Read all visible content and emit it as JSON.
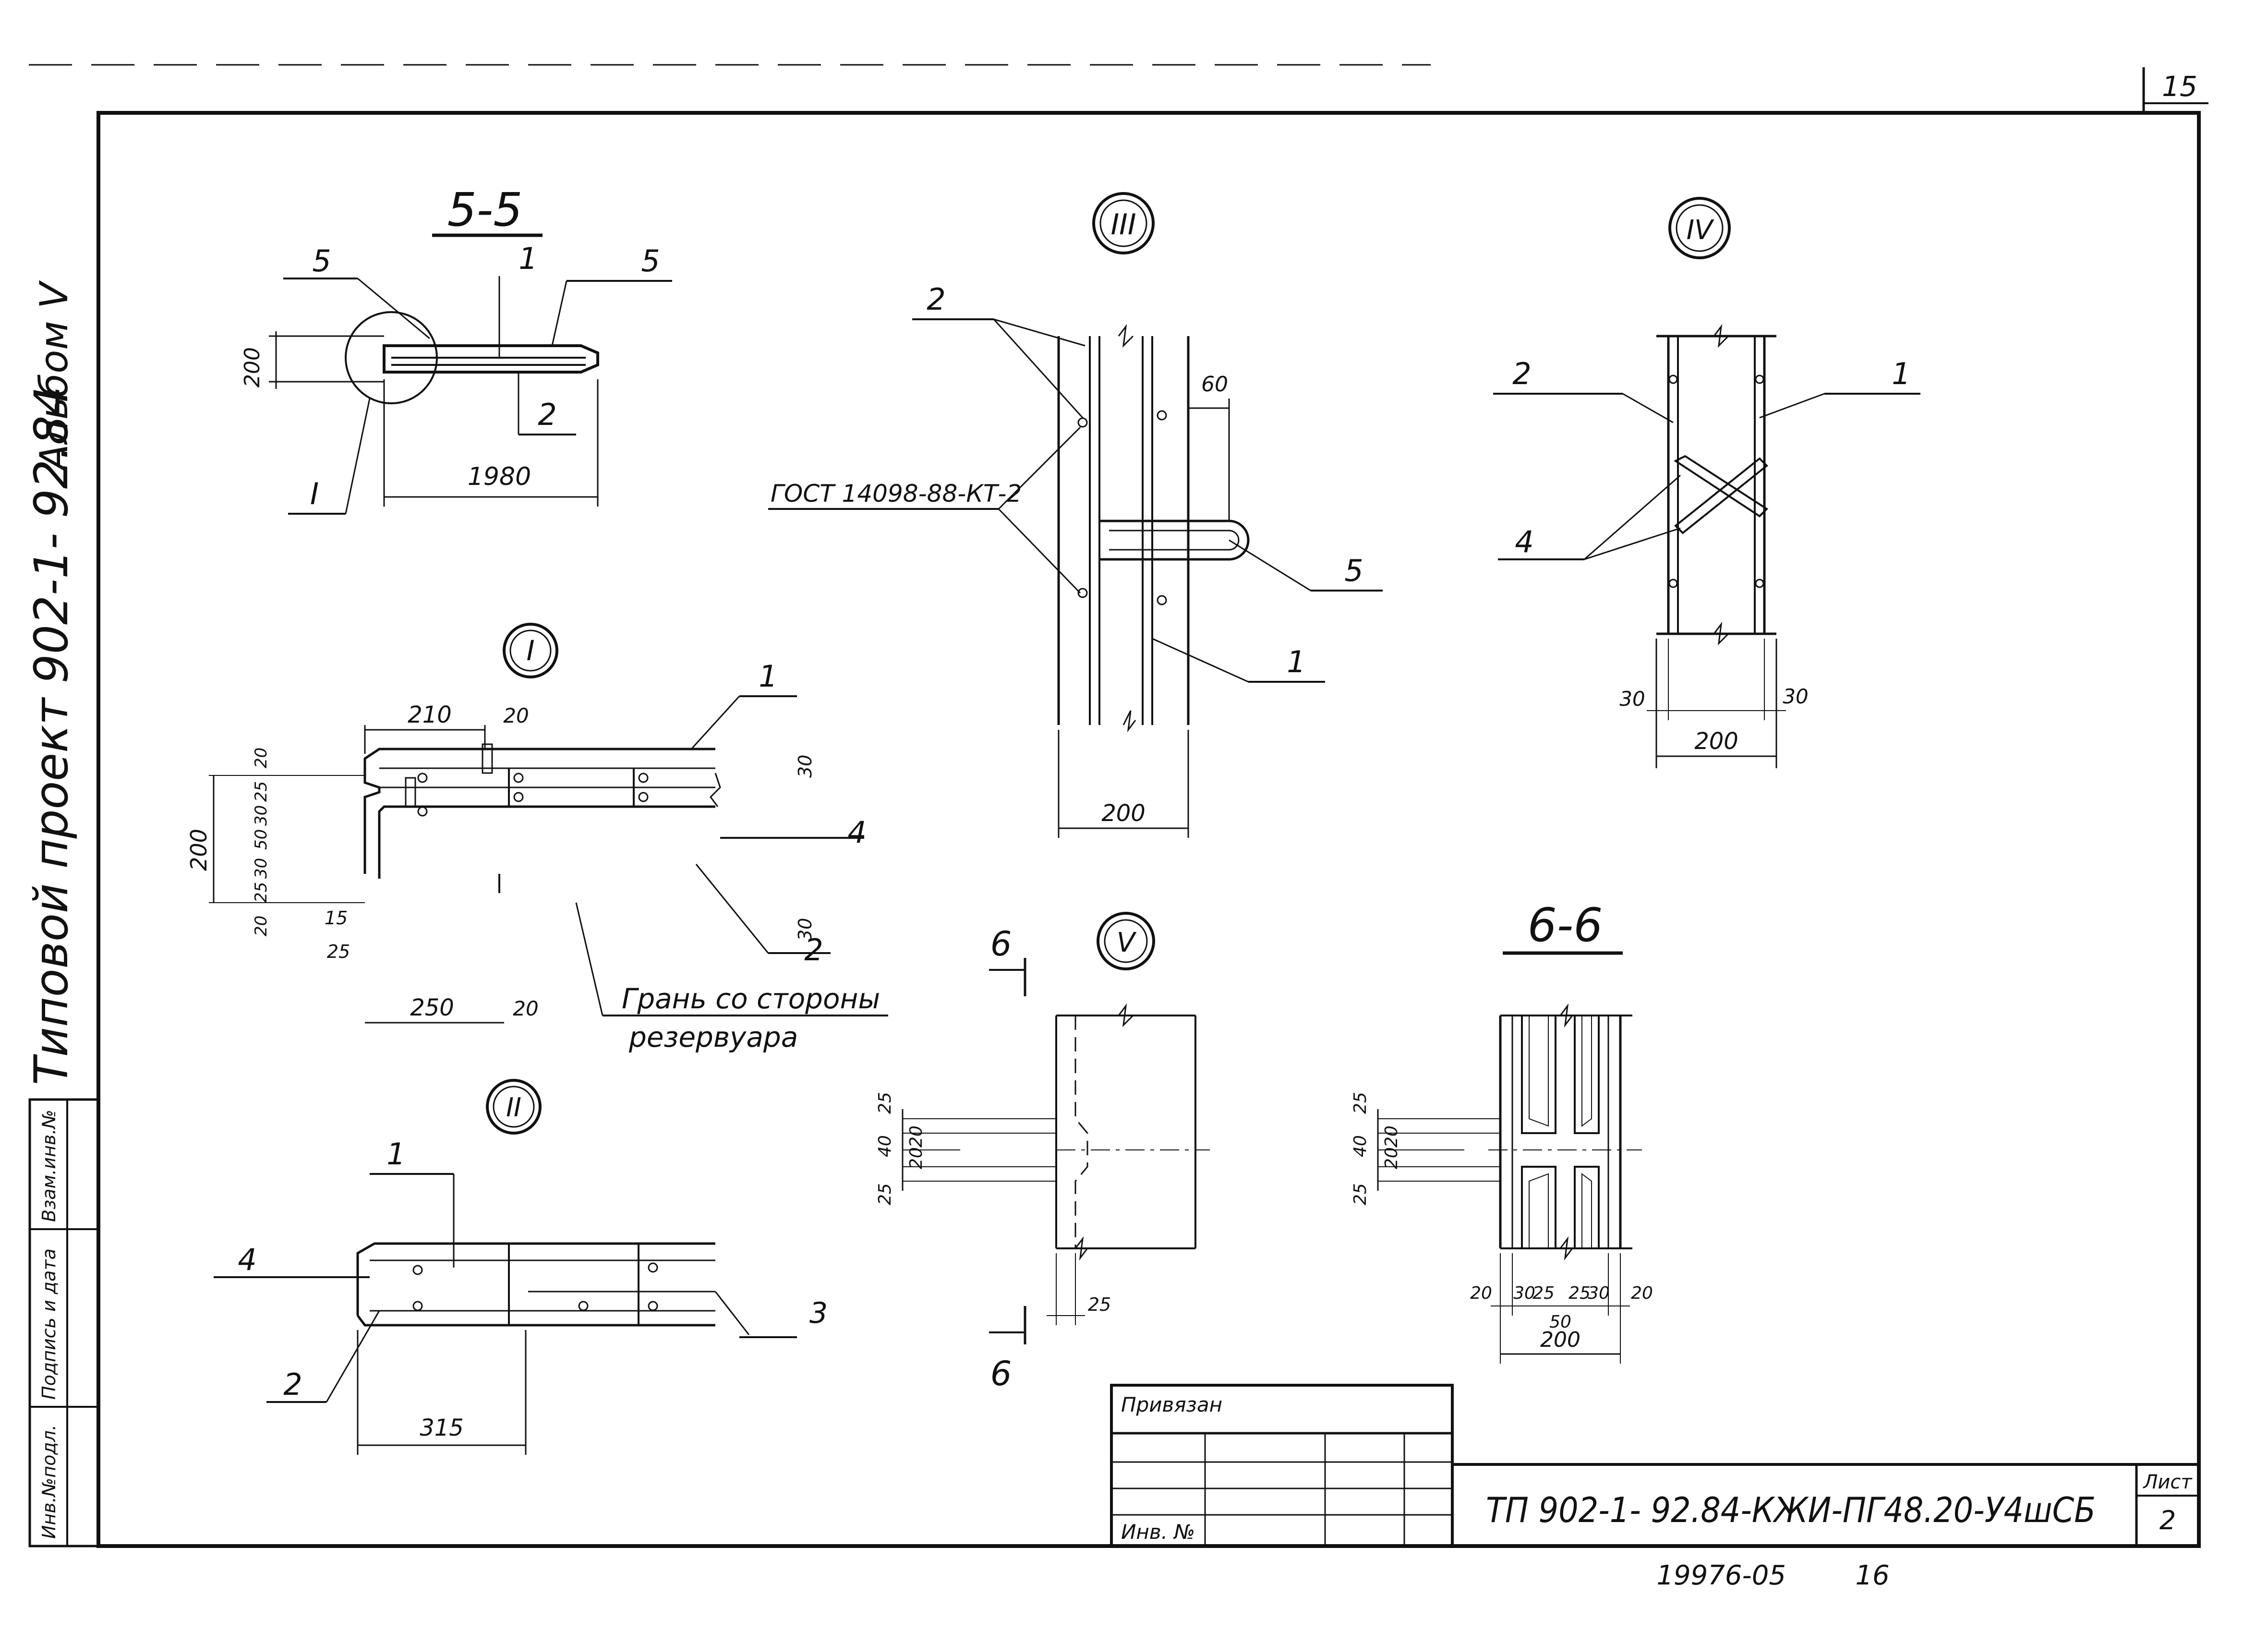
{
  "sheet": {
    "page_number": "15",
    "sheet_label": "Лист",
    "sheet_number": "2",
    "album": "Альбом V",
    "project": "Типовой проект 902-1- 92.84",
    "designation": "ТП 902-1- 92.84-КЖИ-ПГ48.20-У4шСБ",
    "archive_number": "19976-05",
    "copy_number": "16"
  },
  "stamp": {
    "tied_label": "Привязан",
    "inventory_label": "Инв. №"
  },
  "side_strip": {
    "cell1": "Взам.инв.№",
    "cell2": "Подпись и дата",
    "cell3": "Инв.№подл."
  },
  "sections": {
    "s55": {
      "title": "5-5",
      "leaders": [
        "5",
        "1",
        "5",
        "2",
        "I"
      ],
      "dims": [
        "200",
        "1980"
      ]
    },
    "node1": {
      "title": "I",
      "leaders": [
        "1",
        "4",
        "2"
      ],
      "dims": [
        "210",
        "20",
        "20",
        "25",
        "30",
        "50",
        "30",
        "25",
        "20",
        "200",
        "30",
        "30",
        "15",
        "25",
        "250",
        "20"
      ],
      "note_line1": "Грань со стороны",
      "note_line2": "резервуара"
    },
    "node2": {
      "title": "II",
      "leaders": [
        "1",
        "4",
        "2",
        "3"
      ],
      "dims": [
        "315"
      ]
    },
    "node3": {
      "title": "III",
      "leaders": [
        "2",
        "5",
        "1"
      ],
      "gost": "ГОСТ 14098-88-КТ-2",
      "dims": [
        "60",
        "200"
      ]
    },
    "node4": {
      "title": "IV",
      "leaders": [
        "2",
        "1",
        "4"
      ],
      "dims": [
        "30",
        "30",
        "200"
      ]
    },
    "node5": {
      "title": "V",
      "cut": "6",
      "dims": [
        "25",
        "40",
        "20",
        "20",
        "25",
        "25"
      ]
    },
    "s66": {
      "title": "6-6",
      "dims_left": [
        "25",
        "40",
        "20",
        "20",
        "25"
      ],
      "dims_bottom": [
        "20",
        "30",
        "25",
        "25",
        "30",
        "20",
        "50",
        "200"
      ]
    }
  }
}
